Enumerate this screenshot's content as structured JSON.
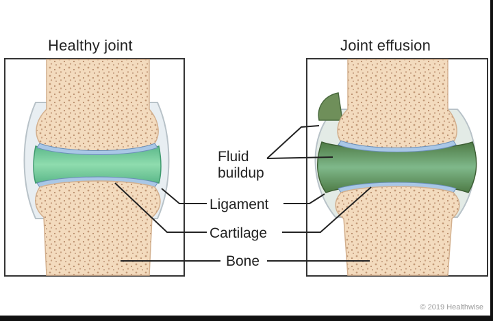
{
  "titles": {
    "left": "Healthy joint",
    "right": "Joint effusion"
  },
  "labels": {
    "fluid_line1": "Fluid",
    "fluid_line2": "buildup",
    "ligament": "Ligament",
    "cartilage": "Cartilage",
    "bone": "Bone"
  },
  "copyright": "© 2019 Healthwise",
  "colors": {
    "bone": "#f2d7b8",
    "bone_spots": "#c9a07c",
    "cartilage": "#a9c7e6",
    "synovial_fluid": "#7fcf9c",
    "fluid_buildup": "#5f8a4e",
    "capsule": "#dfe6ea",
    "line": "#222222"
  }
}
